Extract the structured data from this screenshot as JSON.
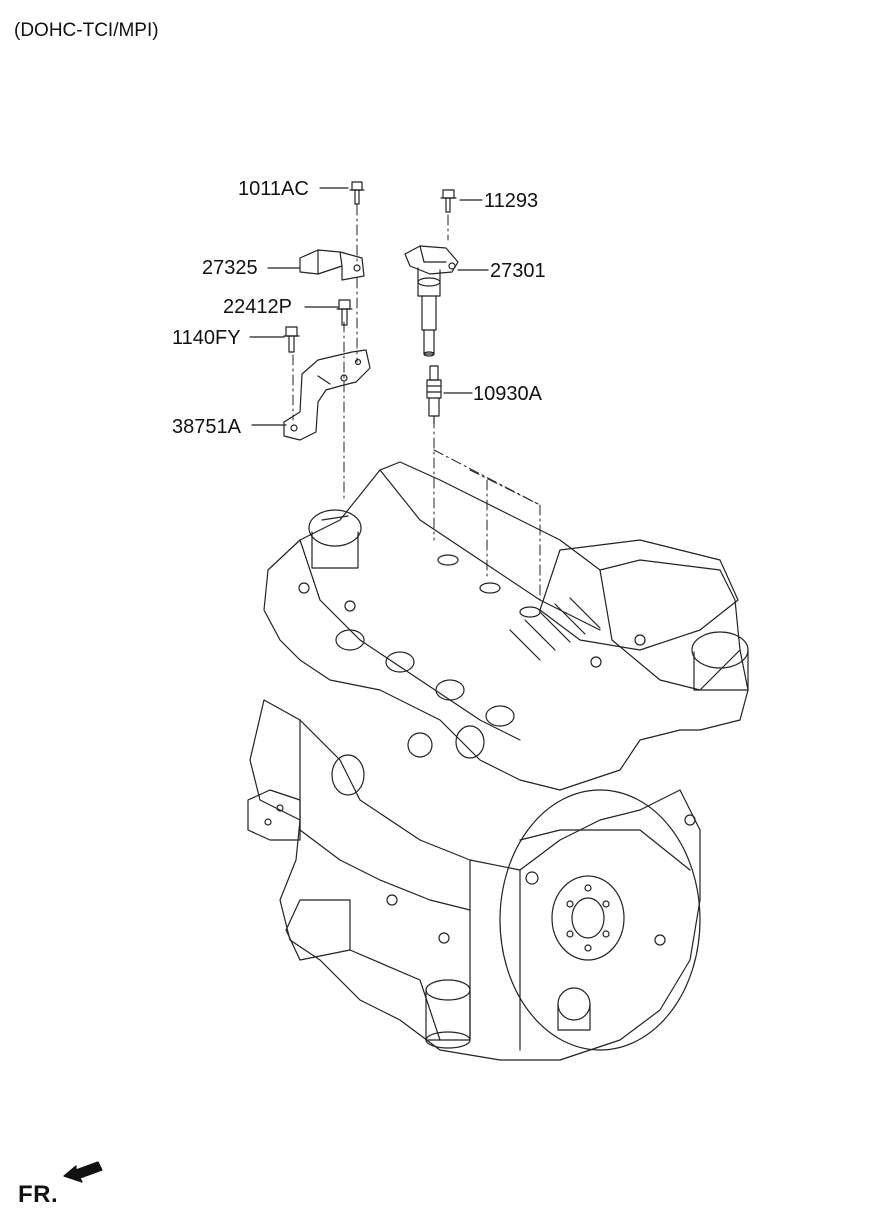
{
  "header": {
    "variant": "(DOHC-TCI/MPI)"
  },
  "parts": [
    {
      "id": "p-1011ac",
      "number": "1011AC"
    },
    {
      "id": "p-11293",
      "number": "11293"
    },
    {
      "id": "p-27325",
      "number": "27325"
    },
    {
      "id": "p-27301",
      "number": "27301"
    },
    {
      "id": "p-22412p",
      "number": "22412P"
    },
    {
      "id": "p-1140fy",
      "number": "1140FY"
    },
    {
      "id": "p-10930a",
      "number": "10930A"
    },
    {
      "id": "p-38751a",
      "number": "38751A"
    }
  ],
  "direction": {
    "label": "FR."
  }
}
